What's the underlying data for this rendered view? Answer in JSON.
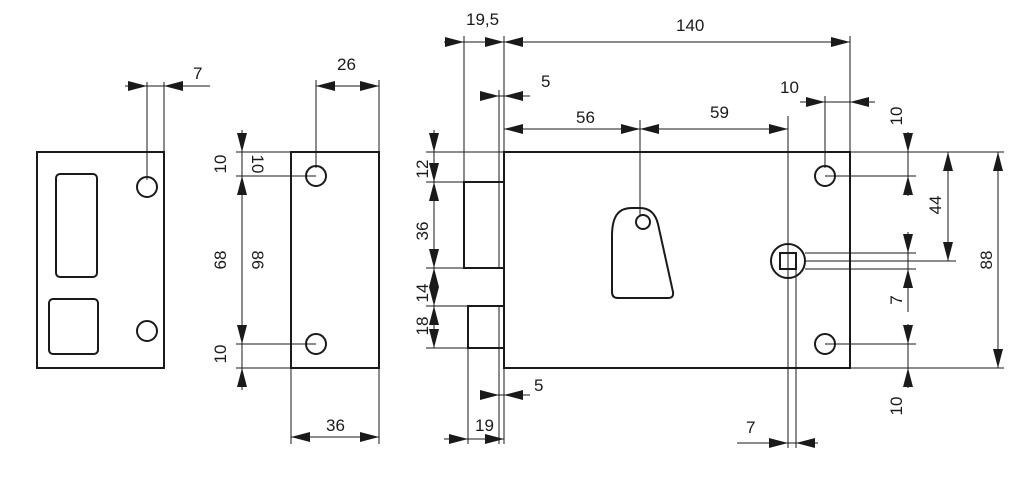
{
  "dims": {
    "back_plate_7": "7",
    "keeper_26": "26",
    "keeper_10_outer_top": "10",
    "keeper_10_inner_top": "10",
    "keeper_68": "68",
    "keeper_86": "86",
    "keeper_10_bottom": "10",
    "keeper_36": "36",
    "top_19_5": "19,5",
    "top_140": "140",
    "top_5": "5",
    "top_56": "56",
    "top_59": "59",
    "top_10": "10",
    "left_12": "12",
    "left_36": "36",
    "left_14": "14",
    "left_18": "18",
    "bottom_5": "5",
    "bottom_19": "19",
    "bottom_7": "7",
    "right_10_top": "10",
    "right_44": "44",
    "right_7": "7",
    "right_10_bottom": "10",
    "right_88": "88"
  }
}
